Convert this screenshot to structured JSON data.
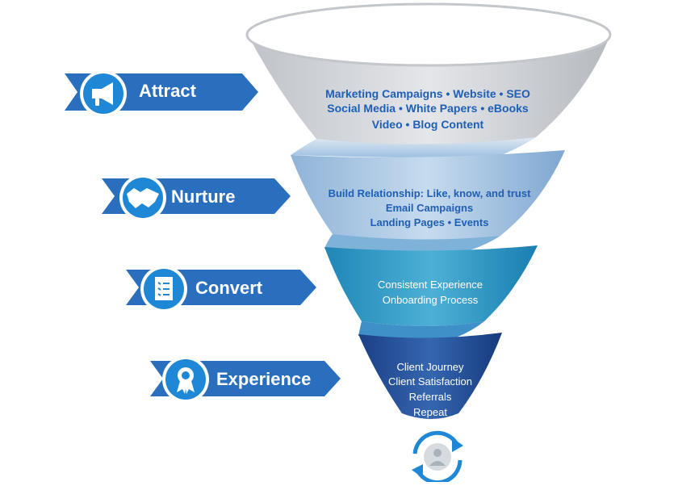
{
  "stages": [
    {
      "label": "Attract",
      "icon": "megaphone-icon",
      "lines": [
        "Marketing Campaigns • Website • SEO",
        "Social Media • White Papers • eBooks",
        "Video • Blog Content"
      ]
    },
    {
      "label": "Nurture",
      "icon": "handshake-icon",
      "lines": [
        "Build Relationship: Like, know, and trust",
        "Email Campaigns",
        "Landing Pages • Events"
      ]
    },
    {
      "label": "Convert",
      "icon": "checklist-icon",
      "lines": [
        "Consistent Experience",
        "Onboarding Process"
      ]
    },
    {
      "label": "Experience",
      "icon": "award-ribbon-icon",
      "lines": [
        "Client Journey",
        "Client Satisfaction",
        "Referrals",
        "Repeat"
      ]
    }
  ],
  "footer_icon": "repeat-cycle-icon",
  "colors": {
    "banner_blue": "#2a6fbd",
    "icon_blue": "#1e88d6",
    "funnel_gray": "#cdd0d5",
    "funnel_light_blue": "#a9c6e3",
    "funnel_teal": "#2f9ac4",
    "funnel_navy": "#234f98",
    "text_dark_blue": "#1f5fb5"
  }
}
